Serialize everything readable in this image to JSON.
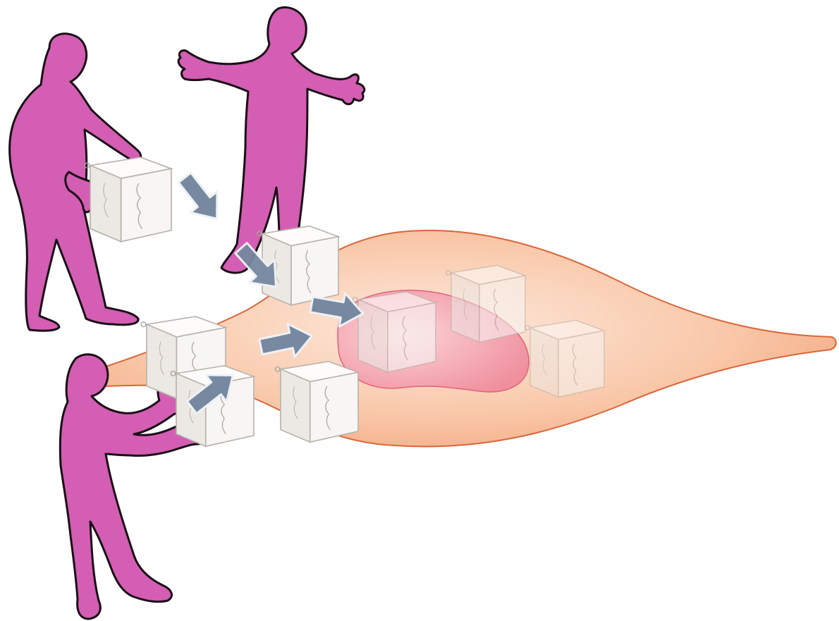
{
  "colors": {
    "figure_fill": "#d35eb3",
    "figure_outline": "#1a0d16",
    "cell_fill_light": "#fde6d6",
    "cell_fill_dark": "#f19b70",
    "cell_outline": "#d9663a",
    "nucleus_fill": "#f07f9a",
    "cube_face": "#f7f5f3",
    "cube_shadow": "#c9c4bf",
    "arrow_fill": "#7689a0",
    "arrow_outline": "#e8ecf0"
  },
  "icons": {
    "person": "person-silhouette",
    "cube": "wool-cube",
    "arrow": "block-arrow"
  }
}
